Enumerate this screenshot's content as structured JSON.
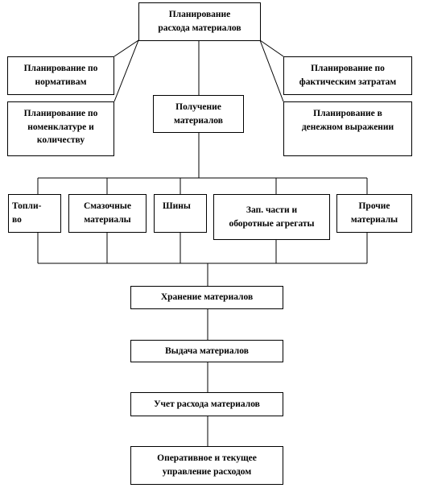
{
  "nodes": {
    "root": "Планирование\nрасхода материалов",
    "plan_norms": "Планирование по\nнормативам",
    "plan_nomenclature": "Планирование по\nноменклатуре и\nколичеству",
    "receiving": "Получение\nматериалов",
    "plan_actual": "Планирование по\nфактическим затратам",
    "plan_money": "Планирование в\nденежном выражении",
    "fuel": "Топли-\nво",
    "lubricants": "Смазочные\nматериалы",
    "tires": "Шины",
    "spare_parts": "Зап. части и\nоборотные агрегаты",
    "other": "Прочие\nматериалы",
    "storage": "Хранение материалов",
    "issuance": "Выдача материалов",
    "accounting": "Учет расхода материалов",
    "management": "Оперативное и текущее\nуправление расходом"
  }
}
